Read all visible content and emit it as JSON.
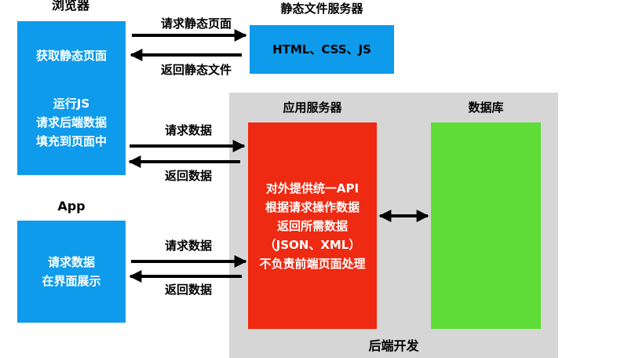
{
  "browser": {
    "title": "浏览器",
    "box1_text": "获取静态页面",
    "box2_lines": [
      "运行JS",
      "请求后端数据",
      "填充到页面中"
    ]
  },
  "static_server": {
    "title": "静态文件服务器",
    "box_text": "HTML、CSS、JS"
  },
  "arrows": {
    "request_static": "请求静态页面",
    "return_static": "返回静态文件",
    "browser_request_data": "请求数据",
    "browser_return_data": "返回数据",
    "app_request_data": "请求数据",
    "app_return_data": "返回数据"
  },
  "backend": {
    "label": "后端开发",
    "app_server": {
      "title": "应用服务器",
      "lines": [
        "对外提供统一API",
        "根据请求操作数据",
        "返回所需数据",
        "（JSON、XML）",
        "不负责前端页面处理"
      ]
    },
    "database": {
      "title": "数据库"
    }
  },
  "app": {
    "title": "App",
    "lines": [
      "请求数据",
      "在界面展示"
    ]
  },
  "colors": {
    "client_blue": "#0F9BEB",
    "app_server_red": "#EE2A12",
    "database_green": "#5FDC38",
    "backend_gray": "#D6D6D6",
    "arrow_black": "#000000"
  }
}
